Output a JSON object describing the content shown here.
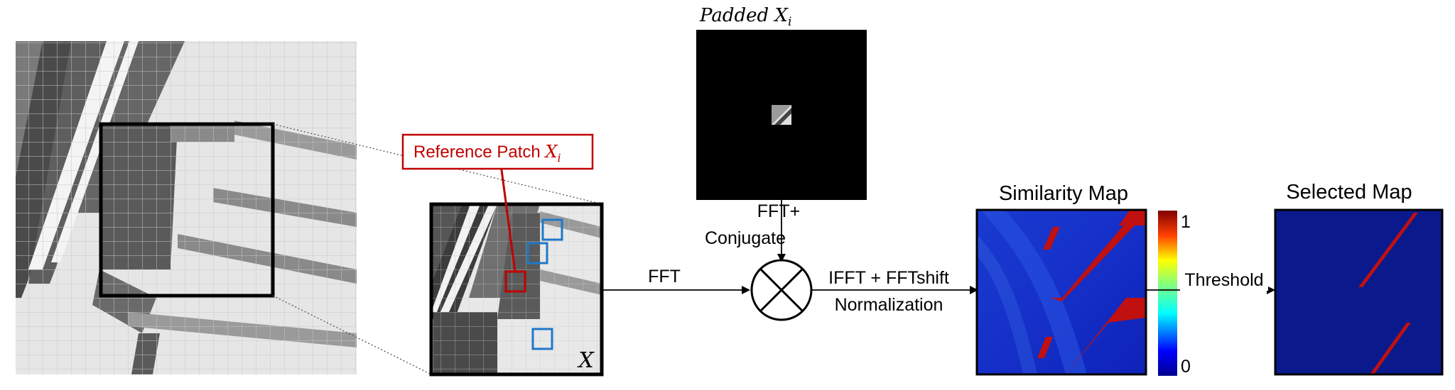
{
  "padded_label": "Padded ",
  "padded_sym": "X",
  "padded_sub": "i",
  "reference_label": "Reference Patch ",
  "reference_sym": "X",
  "reference_sub": "i",
  "patch_symbol": "X",
  "fft_label": "FFT",
  "fft_conj_line1": "FFT+",
  "fft_conj_line2": "Conjugate",
  "ifft_line1": "IFFT + FFTshift",
  "ifft_line2": "Normalization",
  "similarity_title": "Similarity Map",
  "colorbar_max": "1",
  "colorbar_min": "0",
  "threshold_label": "Threshold",
  "selected_title": "Selected Map",
  "colors": {
    "reference": "#c00000",
    "match": "#1f78c8",
    "map_bg": "#1428c8",
    "selected_bg": "#0a1a8c",
    "hot": "#c01010"
  }
}
